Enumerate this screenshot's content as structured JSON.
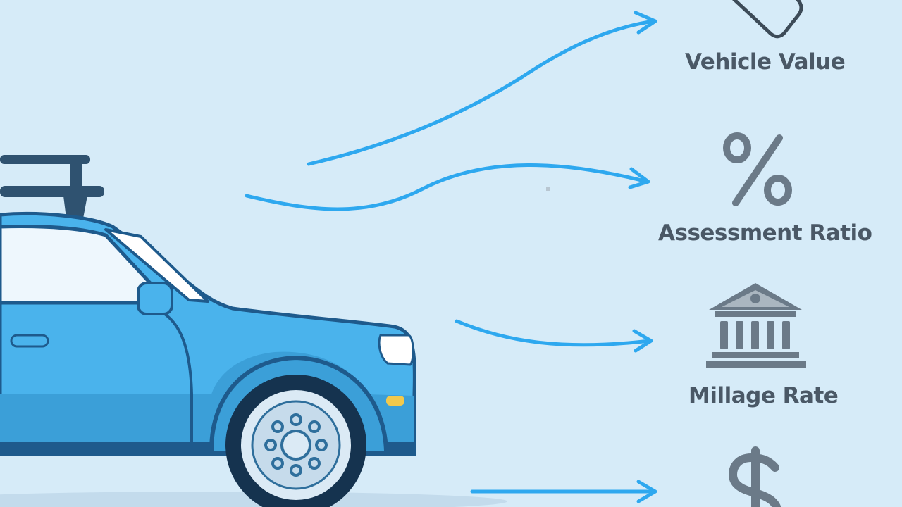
{
  "factors": [
    {
      "label": "Vehicle Value",
      "icon": "tag-icon"
    },
    {
      "label": "Assessment Ratio",
      "icon": "percent-icon"
    },
    {
      "label": "Millage Rate",
      "icon": "bank-building-icon"
    },
    {
      "label": "",
      "icon": "dollar-icon"
    }
  ],
  "colors": {
    "background": "#d6ebf8",
    "arrow": "#2ea8ef",
    "car_body": "#4ab3ec",
    "car_outline": "#1e5a8c",
    "roof_rack": "#2f5270",
    "icon_gray": "#6b7a88",
    "label_text": "#4a5866"
  }
}
